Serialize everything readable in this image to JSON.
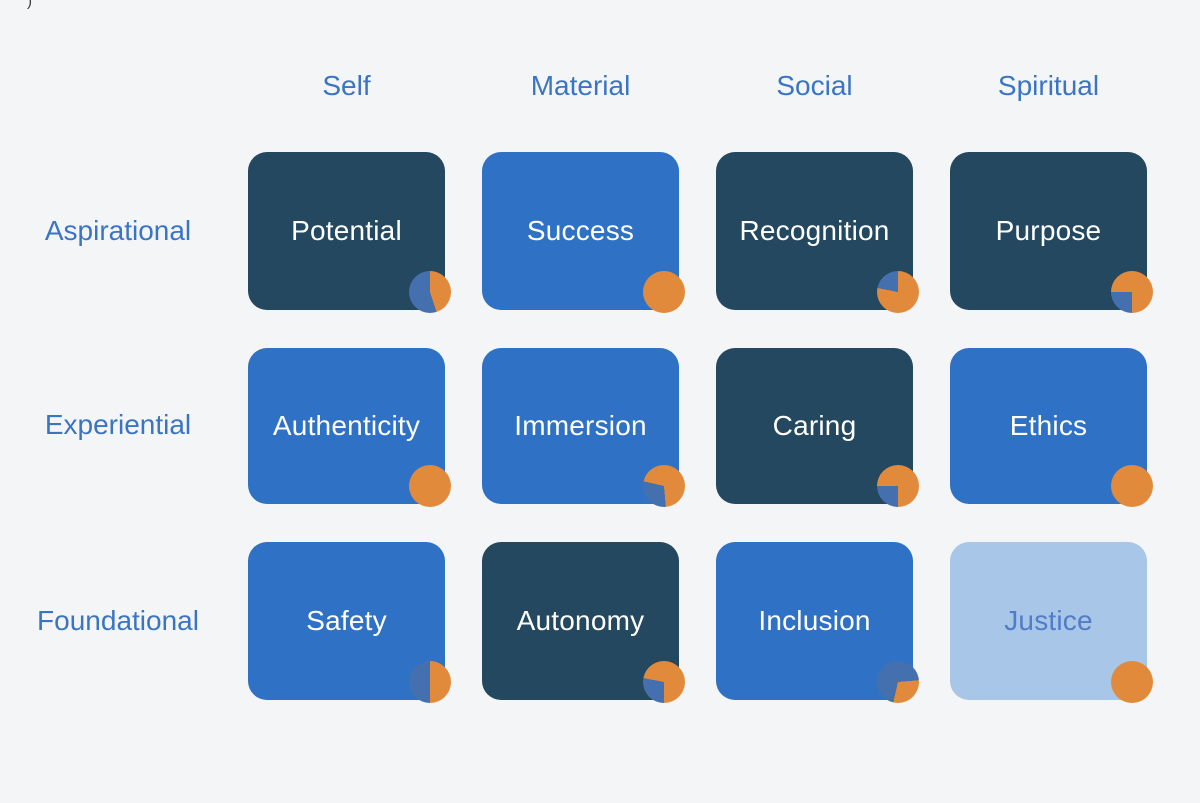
{
  "artifact": ")",
  "colors": {
    "page_bg": "#F4F5F7",
    "navy_cell": "#24485F",
    "blue_cell": "#2F71C4",
    "light_blue_cell": "#A7C6E8",
    "orange": "#E18A3C",
    "pie_blue": "#4470AF",
    "label_blue": "#3A75C4",
    "justice_text": "#507CC8",
    "cell_text_white": "#FFFFFF"
  },
  "columns": [
    "Self",
    "Material",
    "Social",
    "Spiritual"
  ],
  "rows": [
    "Aspirational",
    "Experiential",
    "Foundational"
  ],
  "grid": {
    "cells": [
      {
        "label": "Potential",
        "column": "Self",
        "row": "Aspirational",
        "bg": "#24485F",
        "text_color": "#FFFFFF",
        "pie": {
          "from": 0,
          "segments": [
            {
              "color": "#E18A3C",
              "pct": 45
            },
            {
              "color": "#4470AF",
              "pct": 55
            }
          ]
        }
      },
      {
        "label": "Success",
        "column": "Material",
        "row": "Aspirational",
        "bg": "#2F71C4",
        "text_color": "#FFFFFF",
        "pie": {
          "from": 0,
          "segments": [
            {
              "color": "#E18A3C",
              "pct": 100
            }
          ]
        }
      },
      {
        "label": "Recognition",
        "column": "Social",
        "row": "Aspirational",
        "bg": "#24485F",
        "text_color": "#FFFFFF",
        "pie": {
          "from": 0,
          "segments": [
            {
              "color": "#E18A3C",
              "pct": 78
            },
            {
              "color": "#4470AF",
              "pct": 22
            }
          ]
        }
      },
      {
        "label": "Purpose",
        "column": "Spiritual",
        "row": "Aspirational",
        "bg": "#24485F",
        "text_color": "#FFFFFF",
        "pie": {
          "from": 180,
          "segments": [
            {
              "color": "#4470AF",
              "pct": 25
            },
            {
              "color": "#E18A3C",
              "pct": 75
            }
          ]
        }
      },
      {
        "label": "Authenticity",
        "column": "Self",
        "row": "Experiential",
        "bg": "#2F71C4",
        "text_color": "#FFFFFF",
        "pie": {
          "from": 0,
          "segments": [
            {
              "color": "#E18A3C",
              "pct": 100
            }
          ]
        }
      },
      {
        "label": "Immersion",
        "column": "Material",
        "row": "Experiential",
        "bg": "#2F71C4",
        "text_color": "#FFFFFF",
        "pie": {
          "from": 175,
          "segments": [
            {
              "color": "#4470AF",
              "pct": 30
            },
            {
              "color": "#E18A3C",
              "pct": 70
            }
          ]
        }
      },
      {
        "label": "Caring",
        "column": "Social",
        "row": "Experiential",
        "bg": "#24485F",
        "text_color": "#FFFFFF",
        "pie": {
          "from": 180,
          "segments": [
            {
              "color": "#4470AF",
              "pct": 25
            },
            {
              "color": "#E18A3C",
              "pct": 75
            }
          ]
        }
      },
      {
        "label": "Ethics",
        "column": "Spiritual",
        "row": "Experiential",
        "bg": "#2F71C4",
        "text_color": "#FFFFFF",
        "pie": {
          "from": 0,
          "segments": [
            {
              "color": "#E18A3C",
              "pct": 100
            }
          ]
        }
      },
      {
        "label": "Safety",
        "column": "Self",
        "row": "Foundational",
        "bg": "#2F71C4",
        "text_color": "#FFFFFF",
        "pie": {
          "from": 0,
          "segments": [
            {
              "color": "#E18A3C",
              "pct": 50
            },
            {
              "color": "#4470AF",
              "pct": 50
            }
          ]
        }
      },
      {
        "label": "Autonomy",
        "column": "Material",
        "row": "Foundational",
        "bg": "#24485F",
        "text_color": "#FFFFFF",
        "pie": {
          "from": 180,
          "segments": [
            {
              "color": "#4470AF",
              "pct": 28
            },
            {
              "color": "#E18A3C",
              "pct": 72
            }
          ]
        }
      },
      {
        "label": "Inclusion",
        "column": "Social",
        "row": "Foundational",
        "bg": "#2F71C4",
        "text_color": "#FFFFFF",
        "pie": {
          "from": 85,
          "segments": [
            {
              "color": "#E18A3C",
              "pct": 30
            },
            {
              "color": "#4470AF",
              "pct": 70
            }
          ]
        }
      },
      {
        "label": "Justice",
        "column": "Spiritual",
        "row": "Foundational",
        "bg": "#A7C6E8",
        "text_color": "#507CC8",
        "pie": {
          "from": 0,
          "segments": [
            {
              "color": "#E18A3C",
              "pct": 100
            }
          ]
        }
      }
    ]
  }
}
